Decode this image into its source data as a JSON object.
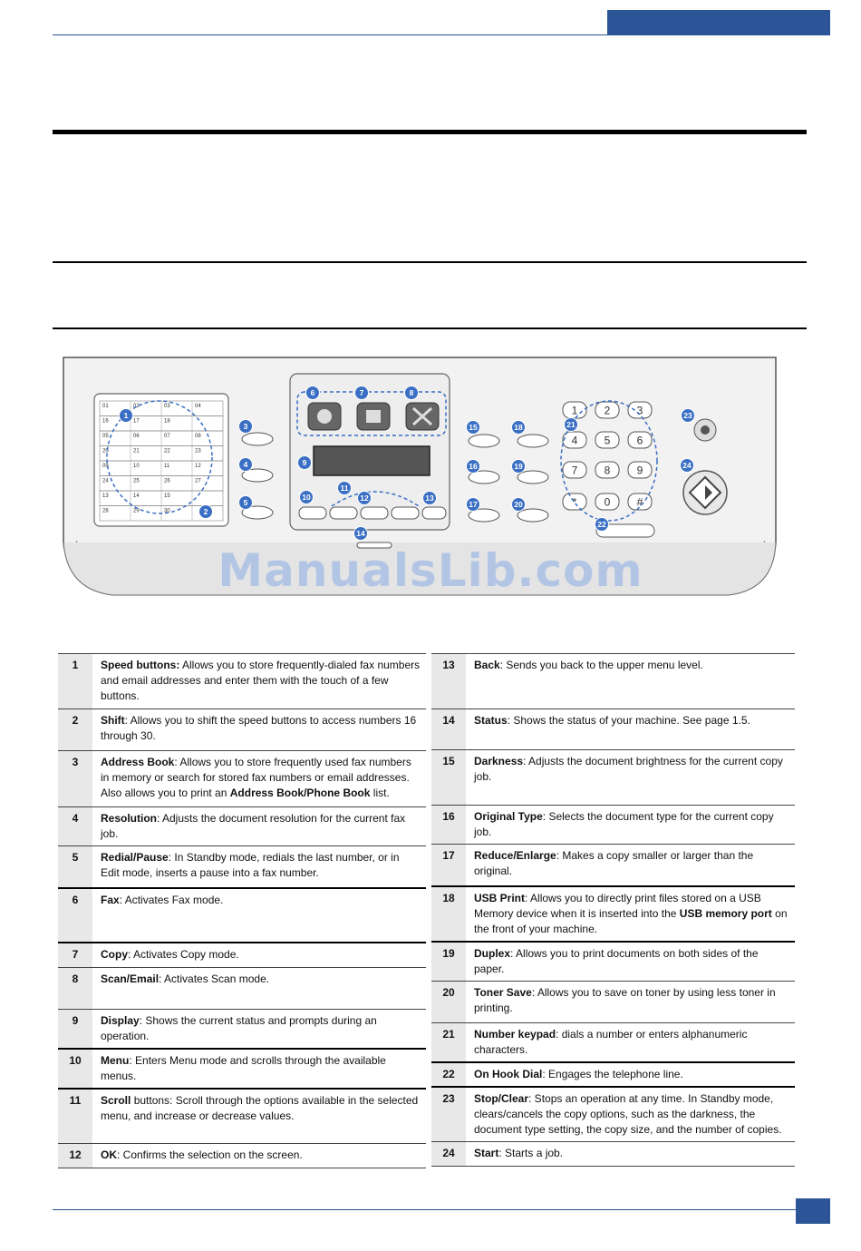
{
  "watermark": "ManualsLib.com",
  "panel": {
    "speed_rows": [
      [
        "01",
        "02",
        "03",
        "04"
      ],
      [
        "16",
        "17",
        "18",
        ""
      ],
      [
        "05",
        "06",
        "07",
        "08"
      ],
      [
        "20",
        "21",
        "22",
        "23"
      ],
      [
        "09",
        "10",
        "11",
        "12"
      ],
      [
        "24",
        "25",
        "26",
        "27"
      ],
      [
        "13",
        "14",
        "15",
        ""
      ],
      [
        "28",
        "29",
        "30",
        ""
      ]
    ],
    "keypad": [
      "1",
      "2",
      "3",
      "4",
      "5",
      "6",
      "7",
      "8",
      "9",
      "*",
      "0",
      "#"
    ],
    "callouts": [
      "1",
      "2",
      "3",
      "4",
      "5",
      "6",
      "7",
      "8",
      "9",
      "10",
      "11",
      "12",
      "13",
      "14",
      "15",
      "16",
      "17",
      "18",
      "19",
      "20",
      "21",
      "22",
      "23",
      "24"
    ]
  },
  "table_left": [
    {
      "num": "1",
      "term": "Speed buttons:",
      "text": " Allows you to store frequently-dialed fax numbers and email addresses and enter them with the touch of a few buttons."
    },
    {
      "num": "2",
      "term": "Shift",
      "text": ": Allows you to shift the speed buttons to access numbers 16 through 30."
    },
    {
      "num": "3",
      "term": "Address Book",
      "text": ": Allows you to store frequently used fax numbers in memory or search for stored fax numbers or email addresses. Also allows you to print an ",
      "bold2": "Address Book/Phone Book",
      "text2": " list."
    },
    {
      "num": "4",
      "term": "Resolution",
      "text": ": Adjusts the document resolution for the current fax job."
    },
    {
      "num": "5",
      "term": "Redial/Pause",
      "text": ": In Standby mode, redials the last number, or in Edit mode, inserts a pause into a fax number."
    },
    {
      "num": "6",
      "term": "Fax",
      "text": ": Activates Fax mode."
    },
    {
      "num": "7",
      "term": "Copy",
      "text": ": Activates Copy mode."
    },
    {
      "num": "8",
      "term": "Scan/Email",
      "text": ": Activates Scan mode."
    },
    {
      "num": "9",
      "term": "Display",
      "text": ": Shows the current status and prompts during an operation."
    },
    {
      "num": "10",
      "term": "Menu",
      "text": ": Enters Menu mode and scrolls through the available menus."
    },
    {
      "num": "11",
      "term": "Scroll",
      "text": " buttons: Scroll through the options available in the selected menu, and increase or decrease values."
    },
    {
      "num": "12",
      "term": "OK",
      "text": ": Confirms the selection on the screen."
    }
  ],
  "table_right": [
    {
      "num": "13",
      "term": "Back",
      "text": ": Sends you back to the upper menu level."
    },
    {
      "num": "14",
      "term": "Status",
      "text": ": Shows the status of your machine. See page 1.5."
    },
    {
      "num": "15",
      "term": "Darkness",
      "text": ": Adjusts the document brightness for the current copy job."
    },
    {
      "num": "16",
      "term": "Original Type",
      "text": ": Selects the document type for the current copy job."
    },
    {
      "num": "17",
      "term": "Reduce/Enlarge",
      "text": ": Makes a copy smaller or larger than the original."
    },
    {
      "num": "18",
      "term": "USB Print",
      "text": ": Allows you to directly print files stored on a USB Memory device when it is inserted into the ",
      "bold2": "USB memory port",
      "text2": " on the front of your machine."
    },
    {
      "num": "19",
      "term": "Duplex",
      "text": ": Allows you to print documents on both sides of the paper."
    },
    {
      "num": "20",
      "term": "Toner Save",
      "text": ": Allows you to save on toner by using less toner in printing."
    },
    {
      "num": "21",
      "term": "Number keypad",
      "text": ": dials a number or enters alphanumeric characters."
    },
    {
      "num": "22",
      "term": "On Hook Dial",
      "text": ": Engages the telephone line."
    },
    {
      "num": "23",
      "term": "Stop/Clear",
      "text": ": Stops an operation at any time. In Standby mode, clears/cancels the copy options, such as the darkness, the document type setting, the copy size, and the number of copies."
    },
    {
      "num": "24",
      "term": "Start",
      "text": ": Starts a job."
    }
  ]
}
